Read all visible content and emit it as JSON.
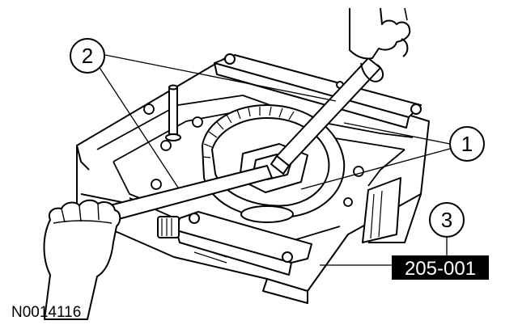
{
  "callouts": [
    {
      "id": "1",
      "label": "1"
    },
    {
      "id": "2",
      "label": "2"
    },
    {
      "id": "3",
      "label": "3"
    }
  ],
  "tool_number": "205-001",
  "figure_id": "N0014116",
  "colors": {
    "ink": "#000000",
    "paper": "#ffffff"
  }
}
